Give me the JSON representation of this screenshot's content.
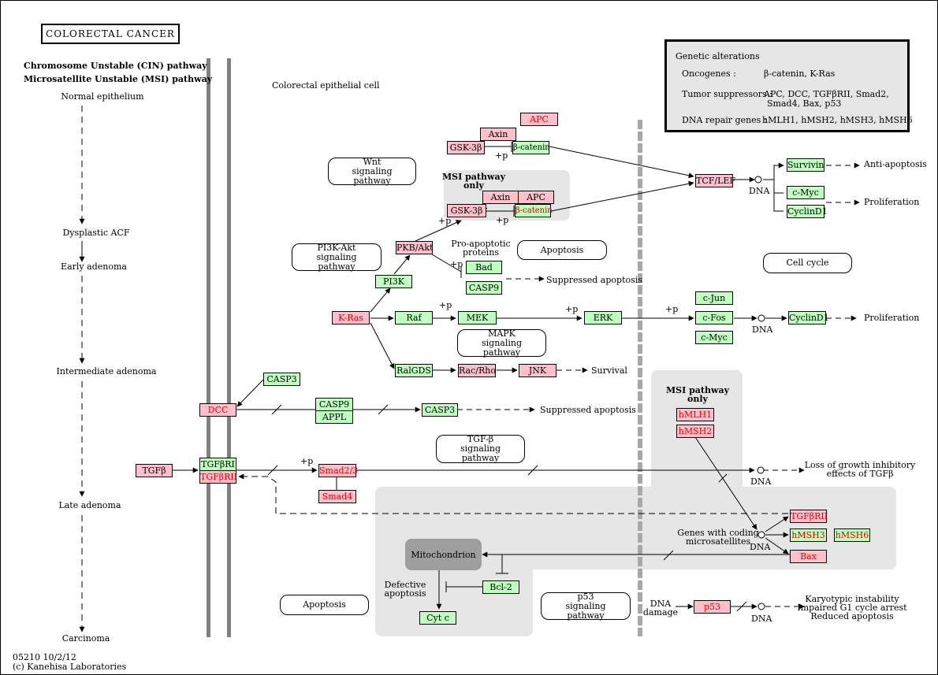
{
  "title": "COLORECTAL CANCER",
  "pathway_header": {
    "cin": "Chromosome Unstable (CIN) pathway",
    "msi": "Microsatellite Unstable (MSI) pathway"
  },
  "cell_label": "Colorectal epithelial cell",
  "stages": [
    "Normal epithelium",
    "Dysplastic ACF",
    "Early adenoma",
    "Intermediate adenoma",
    "Late adenoma",
    "Carcinoma"
  ],
  "legend": {
    "heading": "Genetic alterations",
    "oncogenes_label": "Oncogenes :",
    "oncogenes_value": "β-catenin, K-Ras",
    "suppressors_label": "Tumor suppressors :",
    "suppressors_value_1": "APC, DCC, TGFβRII, Smad2,",
    "suppressors_value_2": "Smad4, Bax, p53",
    "repair_label": "DNA repair genes :",
    "repair_value": "hMLH1, hMSH2, hMSH3, hMSH6"
  },
  "msi_region_label_1": {
    "line1": "MSI pathway",
    "line2": "only"
  },
  "msi_region_label_2": {
    "line1": "MSI pathway",
    "line2": "only"
  },
  "pathway_maps": {
    "wnt": "Wnt signaling pathway",
    "pi3k": "PI3K-Akt signaling pathway",
    "apoptosis_top": "Apoptosis",
    "cellcycle": "Cell cycle",
    "mapk": "MAPK signaling pathway",
    "tgfb": "TGF-β signaling pathway",
    "apoptosis_bottom": "Apoptosis",
    "p53": "p53 signaling pathway"
  },
  "genes": {
    "apc_top": "APC",
    "axin_top": "Axin",
    "gsk_top": "GSK-3β",
    "bcat_top": "β-catenin",
    "axin_msi": "Axin",
    "apc_msi": "APC",
    "gsk_msi": "GSK-3β",
    "bcat_msi": "β-catenin",
    "tcf": "TCF/LEF",
    "survivin": "Survivin",
    "cmyc_top": "c-Myc",
    "cyclind1_top": "CyclinD1",
    "pkb": "PKB/Akt",
    "pi3k": "PI3K",
    "bad": "Bad",
    "casp9_top": "CASP9",
    "kras": "K-Ras",
    "raf": "Raf",
    "mek": "MEK",
    "erk": "ERK",
    "cjun": "c-Jun",
    "cfos": "c-Fos",
    "cmyc_mid": "c-Myc",
    "cyclind1_mid": "CyclinD1",
    "ralgds": "RalGDS",
    "racrho": "Rac/Rho",
    "jnk": "JNK",
    "casp3_top": "CASP3",
    "dcc": "DCC",
    "casp9_mid": "CASP9",
    "appl": "APPL",
    "casp3_mid": "CASP3",
    "tgfb": "TGFβ",
    "tgfbr1": "TGFβRI",
    "tgfbr2": "TGFβRII",
    "smad23": "Smad2/3",
    "smad4": "Smad4",
    "hmlh1": "hMLH1",
    "hmsh2": "hMSH2",
    "tgfbr2_b": "TGFβRII",
    "hmsh3": "hMSH3",
    "hmsh6": "hMSH6",
    "bax": "Bax",
    "bcl2": "Bcl-2",
    "cytc": "Cyt c",
    "p53": "p53"
  },
  "mitochondrion": "Mitochondrion",
  "labels": {
    "pro_apoptotic": "Pro-apoptotic\nproteins",
    "anti_apoptosis": "Anti-apoptosis",
    "proliferation_top": "Proliferation",
    "proliferation_mid": "Proliferation",
    "suppressed_apoptosis_top": "Suppressed apoptosis",
    "suppressed_apoptosis_mid": "Suppressed apoptosis",
    "survival": "Survival",
    "loss_growth": "Loss of growth inhibitory\neffects of TGFβ",
    "genes_coding": "Genes with coding\nmicrosatellites",
    "defective_apoptosis": "Defective\napoptosis",
    "dna_damage": "DNA\ndamage",
    "karyotypic": "Karyotypic instability\nImpaired G1 cycle arrest\nReduced apoptosis",
    "dna_1": "DNA",
    "dna_2": "DNA",
    "dna_3": "DNA",
    "dna_4": "DNA",
    "dna_5": "DNA",
    "plus_p": "+p"
  },
  "footer": {
    "id_date": "05210 10/2/12",
    "copyright": "(c) Kanehisa Laboratories"
  },
  "colors": {
    "gene_green": "#bfffbf",
    "gene_pink": "#ffc0cb",
    "red_text": "#e00000",
    "region_gray": "#e6e6e6",
    "mito_gray": "#9e9e9e",
    "membrane": "#808080"
  }
}
